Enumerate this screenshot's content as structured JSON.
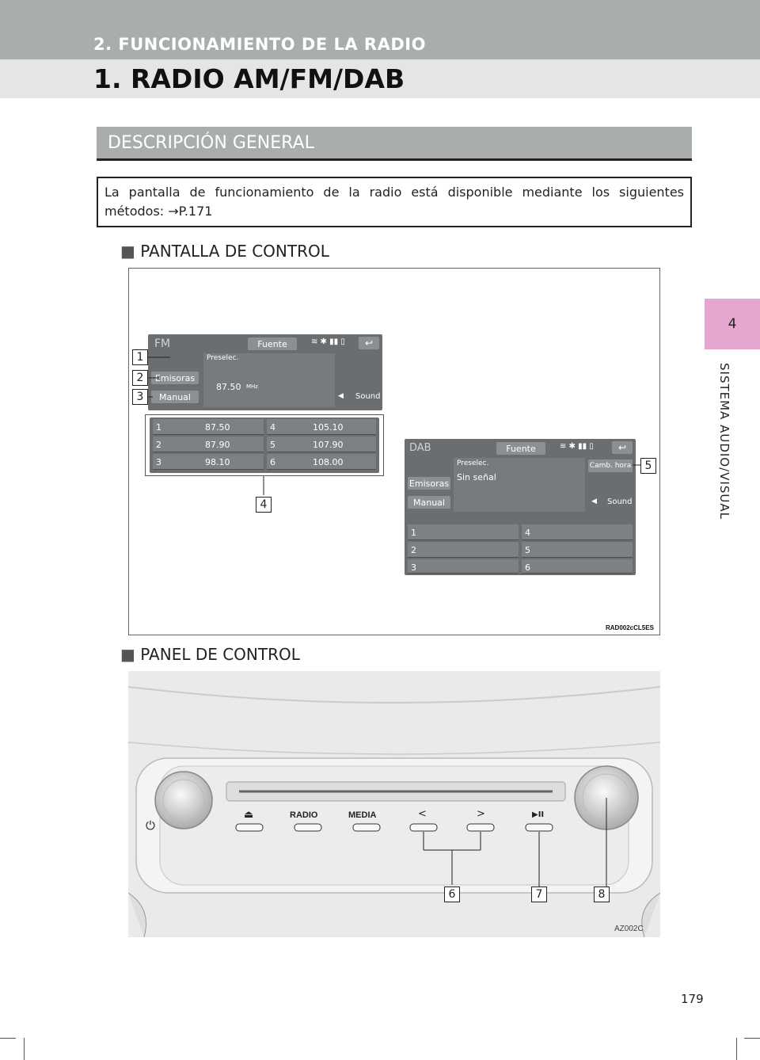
{
  "header": {
    "chapter": "2. FUNCIONAMIENTO DE LA RADIO",
    "section": "1. RADIO AM/FM/DAB"
  },
  "side": {
    "number": "4",
    "label": "SISTEMA AUDIO/VISUAL"
  },
  "overview": {
    "title": "DESCRIPCIÓN GENERAL",
    "intro_line1": "La pantalla de funcionamiento de la radio está disponible mediante los siguientes",
    "intro_line2": "métodos: →P.171"
  },
  "control_screen": {
    "heading": "PANTALLA DE CONTROL",
    "bullet": "■",
    "fm": {
      "title": "FM",
      "source": "Fuente",
      "preset_label": "Preselec.",
      "stations_btn": "Emisoras",
      "manual_btn": "Manual",
      "frequency": "87.50",
      "unit": "MHz",
      "sound_btn": "Sound",
      "presets": [
        {
          "num": "1",
          "freq": "87.50"
        },
        {
          "num": "2",
          "freq": "87.90"
        },
        {
          "num": "3",
          "freq": "98.10"
        },
        {
          "num": "4",
          "freq": "105.10"
        },
        {
          "num": "5",
          "freq": "107.90"
        },
        {
          "num": "6",
          "freq": "108.00"
        }
      ]
    },
    "dab": {
      "title": "DAB",
      "source": "Fuente",
      "preset_label": "Preselec.",
      "status": "Sin señal",
      "time_btn": "Camb. hora",
      "stations_btn": "Emisoras",
      "manual_btn": "Manual",
      "sound_btn": "Sound",
      "presets": [
        "1",
        "2",
        "3",
        "4",
        "5",
        "6"
      ]
    },
    "callouts": [
      "1",
      "2",
      "3",
      "4",
      "5"
    ],
    "figure_code": "RAD002cCL5ES"
  },
  "control_panel": {
    "heading": "PANEL DE CONTROL",
    "bullet": "■",
    "buttons": {
      "eject": "⏏",
      "radio": "RADIO",
      "media": "MEDIA",
      "prev": "<",
      "next": ">",
      "playpause": "▶II",
      "power": "⏻"
    },
    "callouts": [
      "6",
      "7",
      "8"
    ],
    "figure_code": "AZ002C"
  },
  "footer": {
    "page": "179"
  }
}
